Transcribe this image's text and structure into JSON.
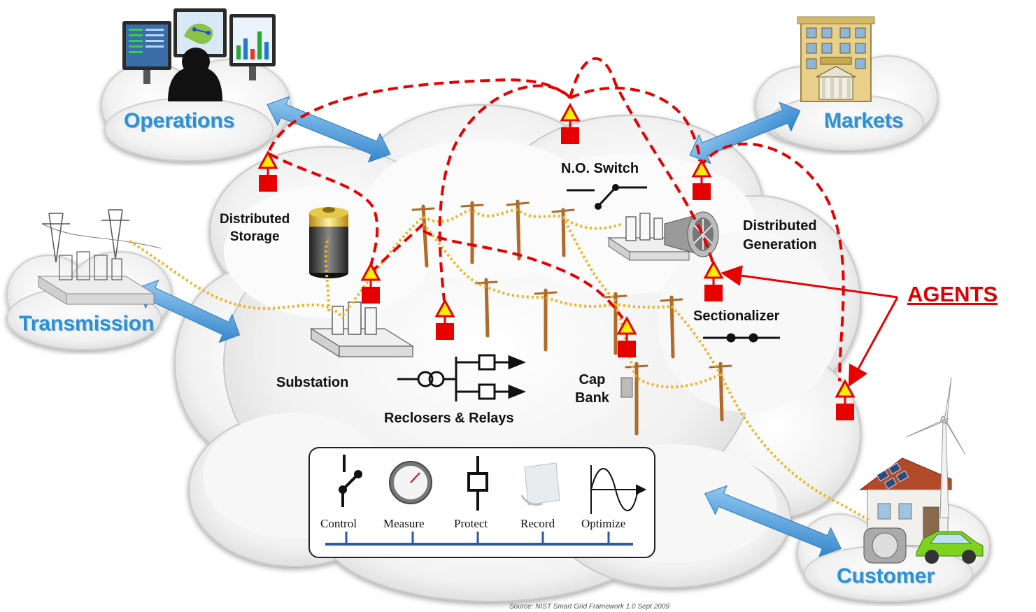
{
  "domains": {
    "operations": "Operations",
    "markets": "Markets",
    "transmission": "Transmission",
    "customer": "Customer"
  },
  "components": {
    "distributed_storage": [
      "Distributed",
      "Storage"
    ],
    "no_switch": "N.O. Switch",
    "distributed_generation": [
      "Distributed",
      "Generation"
    ],
    "sectionalizer": "Sectionalizer",
    "substation": "Substation",
    "reclosers_relays": "Reclosers & Relays",
    "cap_bank": [
      "Cap",
      "Bank"
    ]
  },
  "agents_label": "AGENTS",
  "legend": [
    "Control",
    "Measure",
    "Protect",
    "Record",
    "Optimize"
  ],
  "source": "Source: NIST Smart Grid Framework 1.0 Sept 2009",
  "colors": {
    "agent_red": "#e80000",
    "agent_yellow": "#ffee00",
    "power_line": "#f2b21c",
    "arrow_blue": "#4a9fe0",
    "domain_text": "#2f8fd3"
  }
}
